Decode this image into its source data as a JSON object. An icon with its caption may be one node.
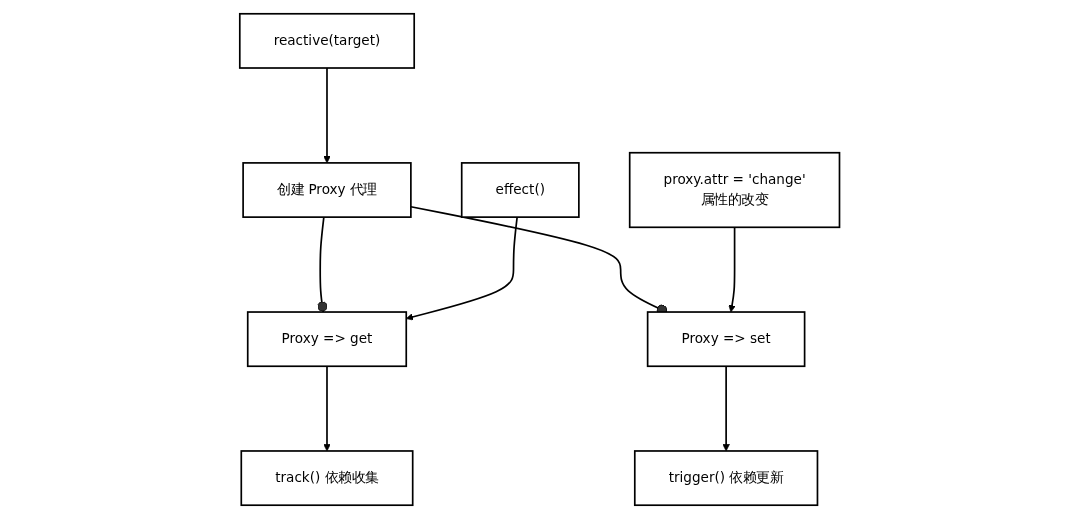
{
  "diagram": {
    "nodes": [
      {
        "text": [
          "reactive(target)"
        ]
      },
      {
        "text": [
          "创建 Proxy 代理"
        ]
      },
      {
        "text": [
          "effect()"
        ]
      },
      {
        "text": [
          "Proxy => get"
        ]
      },
      {
        "text": [
          "Proxy => set"
        ]
      },
      {
        "text": [
          "proxy.attr = 'change'",
          "属性的改变"
        ]
      },
      {
        "text": [
          "track() 依赖收集"
        ]
      },
      {
        "text": [
          "trigger() 依赖更新"
        ]
      }
    ],
    "edges": [
      {
        "from": 0,
        "to": 1,
        "arrow": "to"
      },
      {
        "from": 1,
        "to": 3,
        "arrow": "other"
      },
      {
        "from": 1,
        "to": 4,
        "arrow": "other"
      },
      {
        "from": 2,
        "to": 3,
        "arrow": "to"
      },
      {
        "from": 5,
        "to": 4,
        "arrow": "to"
      },
      {
        "from": 3,
        "to": 6,
        "arrow": "to"
      },
      {
        "from": 4,
        "to": 7,
        "arrow": "to"
      }
    ]
  }
}
